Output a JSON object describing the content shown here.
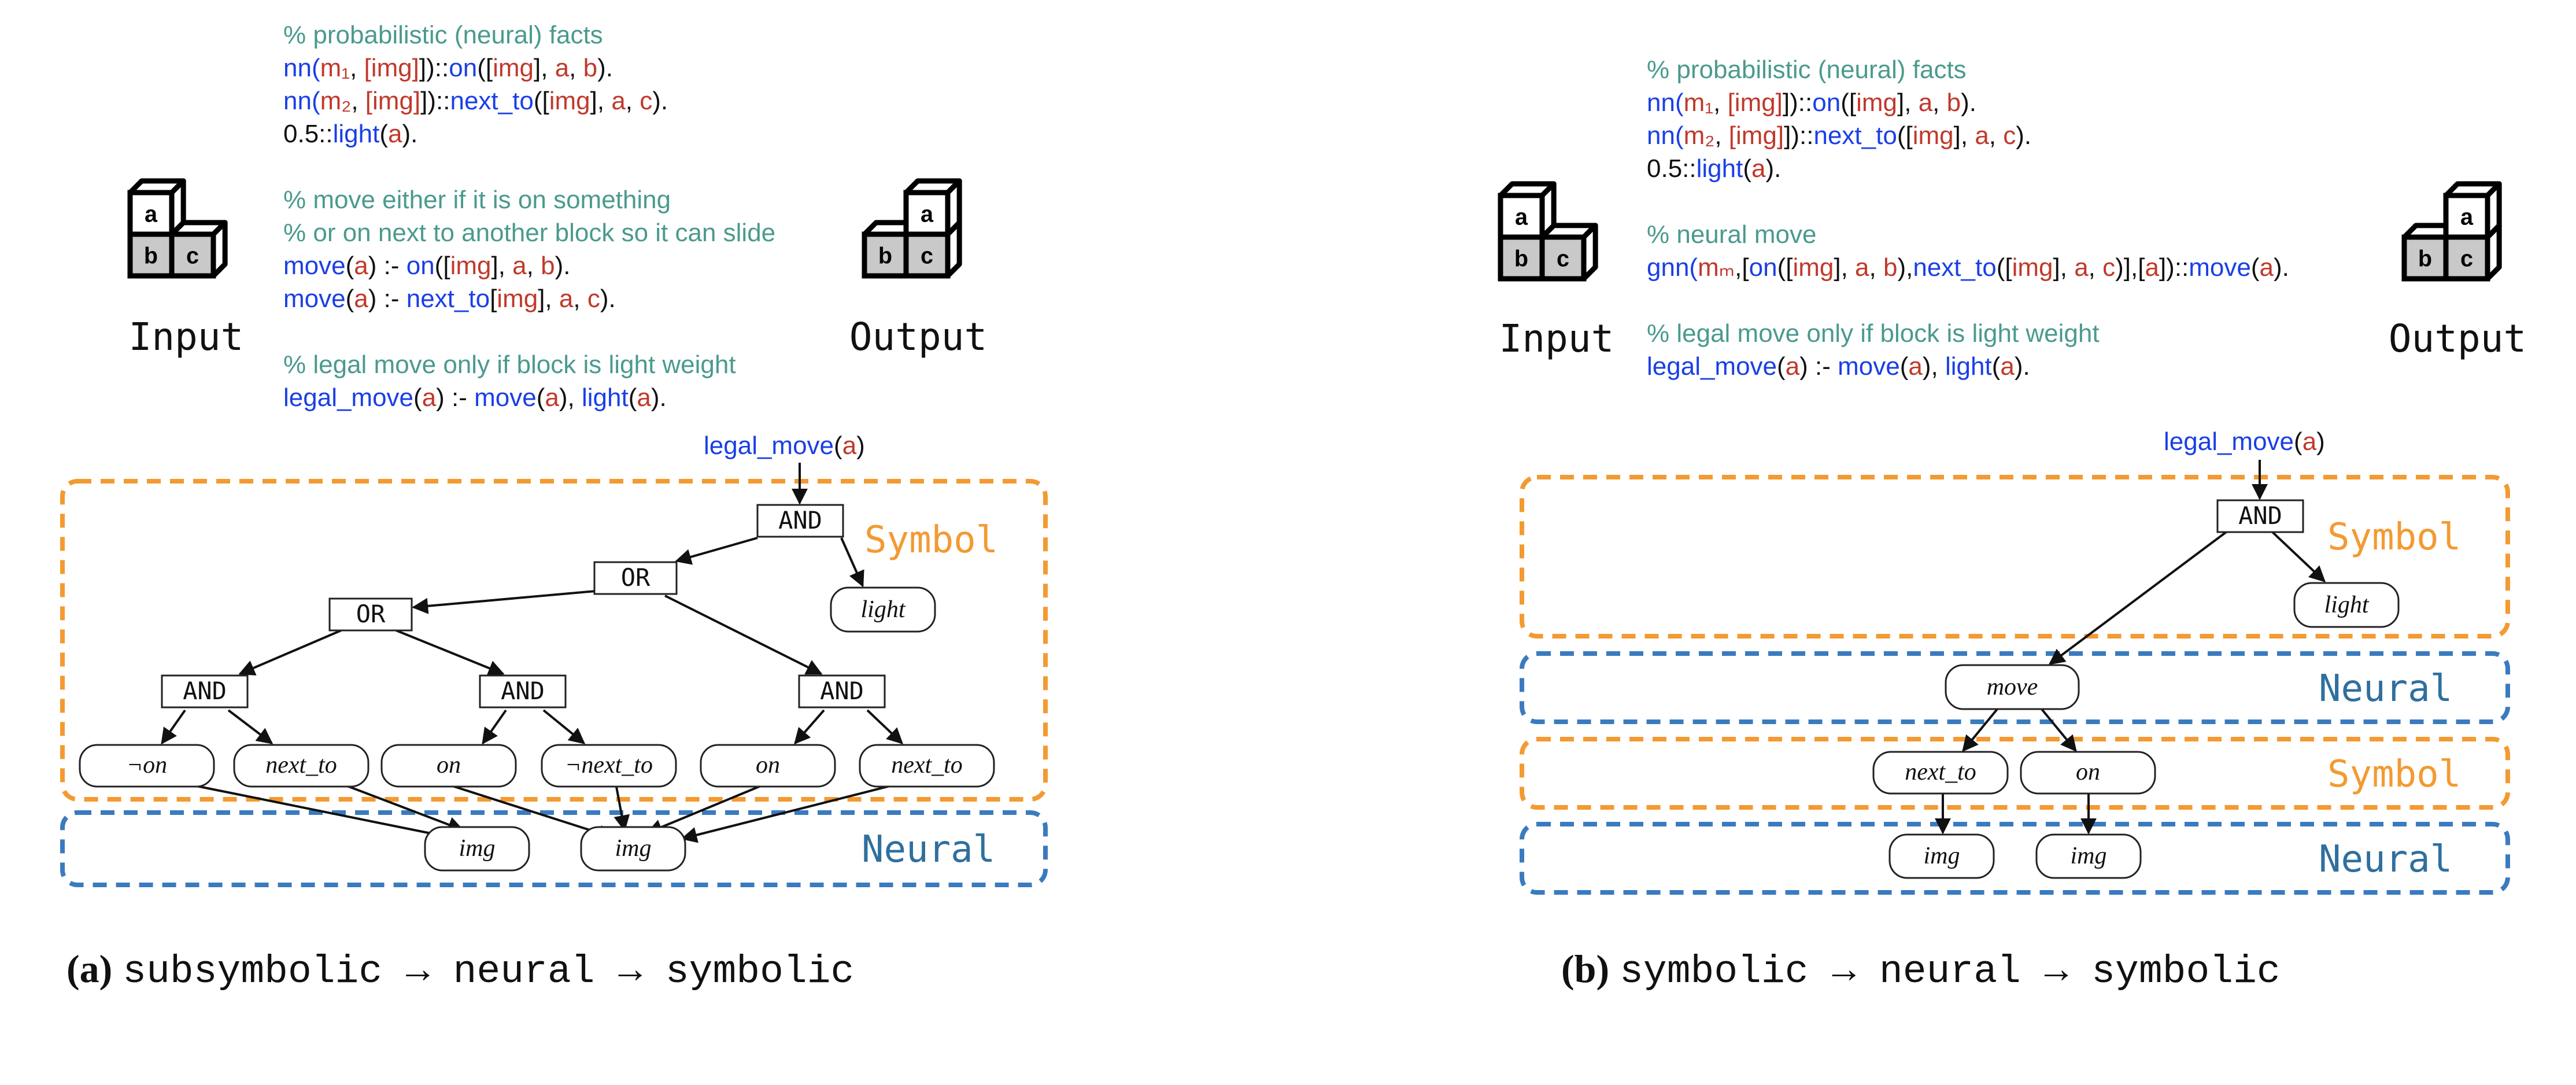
{
  "colors": {
    "symbol_region": "#f39a32",
    "neural_region": "#3a7bbf",
    "symbol_label": "#f39a32",
    "neural_label": "#2f6f9e",
    "comment": "#4a9a8e",
    "predicate": "#1a3fe6",
    "argument": "#c0392b"
  },
  "icons": [
    "blocks-stack-icon"
  ],
  "panel_a": {
    "caption_letter": "(a)",
    "caption_text": "subsymbolic → neural → symbolic",
    "input_label": "Input",
    "output_label": "Output",
    "blocks_input": [
      "a",
      "b",
      "c"
    ],
    "blocks_output": [
      "a",
      "b",
      "c"
    ],
    "code": [
      [
        {
          "t": "% probabilistic (neural) facts",
          "c": "comment"
        }
      ],
      [
        {
          "t": "nn(",
          "c": "predicate"
        },
        {
          "t": "m",
          "c": "argument"
        },
        {
          "t": "₁",
          "c": "argument"
        },
        {
          "t": ", ",
          "c": "plain"
        },
        {
          "t": "[img]",
          "c": "argument"
        },
        {
          "t": "])::",
          "c": "plain"
        },
        {
          "t": "on",
          "c": "predicate"
        },
        {
          "t": "([",
          "c": "plain"
        },
        {
          "t": "img",
          "c": "argument"
        },
        {
          "t": "], ",
          "c": "plain"
        },
        {
          "t": "a",
          "c": "argument"
        },
        {
          "t": ", ",
          "c": "plain"
        },
        {
          "t": "b",
          "c": "argument"
        },
        {
          "t": ").",
          "c": "plain"
        }
      ],
      [
        {
          "t": "nn(",
          "c": "predicate"
        },
        {
          "t": "m",
          "c": "argument"
        },
        {
          "t": "₂",
          "c": "argument"
        },
        {
          "t": ", ",
          "c": "plain"
        },
        {
          "t": "[img]",
          "c": "argument"
        },
        {
          "t": "])::",
          "c": "plain"
        },
        {
          "t": "next_to",
          "c": "predicate"
        },
        {
          "t": "([",
          "c": "plain"
        },
        {
          "t": "img",
          "c": "argument"
        },
        {
          "t": "], ",
          "c": "plain"
        },
        {
          "t": "a",
          "c": "argument"
        },
        {
          "t": ", ",
          "c": "plain"
        },
        {
          "t": "c",
          "c": "argument"
        },
        {
          "t": ").",
          "c": "plain"
        }
      ],
      [
        {
          "t": "0.5::",
          "c": "plain"
        },
        {
          "t": "light",
          "c": "predicate"
        },
        {
          "t": "(",
          "c": "plain"
        },
        {
          "t": "a",
          "c": "argument"
        },
        {
          "t": ").",
          "c": "plain"
        }
      ],
      [],
      [
        {
          "t": "% move either if it is on something",
          "c": "comment"
        }
      ],
      [
        {
          "t": "% or on next to another block so it can slide",
          "c": "comment"
        }
      ],
      [
        {
          "t": "move",
          "c": "predicate"
        },
        {
          "t": "(",
          "c": "plain"
        },
        {
          "t": "a",
          "c": "argument"
        },
        {
          "t": ") :- ",
          "c": "plain"
        },
        {
          "t": "on",
          "c": "predicate"
        },
        {
          "t": "([",
          "c": "plain"
        },
        {
          "t": "img",
          "c": "argument"
        },
        {
          "t": "], ",
          "c": "plain"
        },
        {
          "t": "a",
          "c": "argument"
        },
        {
          "t": ", ",
          "c": "plain"
        },
        {
          "t": "b",
          "c": "argument"
        },
        {
          "t": ").",
          "c": "plain"
        }
      ],
      [
        {
          "t": "move",
          "c": "predicate"
        },
        {
          "t": "(",
          "c": "plain"
        },
        {
          "t": "a",
          "c": "argument"
        },
        {
          "t": ") :- ",
          "c": "plain"
        },
        {
          "t": "next_to",
          "c": "predicate"
        },
        {
          "t": "[",
          "c": "plain"
        },
        {
          "t": "img",
          "c": "argument"
        },
        {
          "t": "], ",
          "c": "plain"
        },
        {
          "t": "a",
          "c": "argument"
        },
        {
          "t": ", ",
          "c": "plain"
        },
        {
          "t": "c",
          "c": "argument"
        },
        {
          "t": ").",
          "c": "plain"
        }
      ],
      [],
      [
        {
          "t": "% legal move only if block is light weight",
          "c": "comment"
        }
      ],
      [
        {
          "t": "legal_move",
          "c": "predicate"
        },
        {
          "t": "(",
          "c": "plain"
        },
        {
          "t": "a",
          "c": "argument"
        },
        {
          "t": ") :- ",
          "c": "plain"
        },
        {
          "t": "move",
          "c": "predicate"
        },
        {
          "t": "(",
          "c": "plain"
        },
        {
          "t": "a",
          "c": "argument"
        },
        {
          "t": "), ",
          "c": "plain"
        },
        {
          "t": "light",
          "c": "predicate"
        },
        {
          "t": "(",
          "c": "plain"
        },
        {
          "t": "a",
          "c": "argument"
        },
        {
          "t": ").",
          "c": "plain"
        }
      ]
    ],
    "root_label": [
      {
        "t": "legal_move",
        "c": "predicate"
      },
      {
        "t": "(",
        "c": "plain"
      },
      {
        "t": "a",
        "c": "argument"
      },
      {
        "t": ")",
        "c": "plain"
      }
    ],
    "region_labels": {
      "symbol": "Symbol",
      "neural": "Neural"
    },
    "nodes": {
      "and_top": "AND",
      "or_mid": "OR",
      "or_left": "OR",
      "light": "light",
      "and1": "AND",
      "and2": "AND",
      "and3": "AND",
      "not_on": "¬on",
      "next_to_1": "next_to",
      "on_1": "on",
      "not_next_to": "¬next_to",
      "on_2": "on",
      "next_to_2": "next_to",
      "img_1": "img",
      "img_2": "img"
    }
  },
  "panel_b": {
    "caption_letter": "(b)",
    "caption_text": "symbolic → neural → symbolic",
    "input_label": "Input",
    "output_label": "Output",
    "blocks_input": [
      "a",
      "b",
      "c"
    ],
    "blocks_output": [
      "a",
      "b",
      "c"
    ],
    "code": [
      [
        {
          "t": "% probabilistic (neural) facts",
          "c": "comment"
        }
      ],
      [
        {
          "t": "nn(",
          "c": "predicate"
        },
        {
          "t": "m",
          "c": "argument"
        },
        {
          "t": "₁",
          "c": "argument"
        },
        {
          "t": ", ",
          "c": "plain"
        },
        {
          "t": "[img]",
          "c": "argument"
        },
        {
          "t": "])::",
          "c": "plain"
        },
        {
          "t": "on",
          "c": "predicate"
        },
        {
          "t": "([",
          "c": "plain"
        },
        {
          "t": "img",
          "c": "argument"
        },
        {
          "t": "], ",
          "c": "plain"
        },
        {
          "t": "a",
          "c": "argument"
        },
        {
          "t": ", ",
          "c": "plain"
        },
        {
          "t": "b",
          "c": "argument"
        },
        {
          "t": ").",
          "c": "plain"
        }
      ],
      [
        {
          "t": "nn(",
          "c": "predicate"
        },
        {
          "t": "m",
          "c": "argument"
        },
        {
          "t": "₂",
          "c": "argument"
        },
        {
          "t": ", ",
          "c": "plain"
        },
        {
          "t": "[img]",
          "c": "argument"
        },
        {
          "t": "])::",
          "c": "plain"
        },
        {
          "t": "next_to",
          "c": "predicate"
        },
        {
          "t": "([",
          "c": "plain"
        },
        {
          "t": "img",
          "c": "argument"
        },
        {
          "t": "], ",
          "c": "plain"
        },
        {
          "t": "a",
          "c": "argument"
        },
        {
          "t": ", ",
          "c": "plain"
        },
        {
          "t": "c",
          "c": "argument"
        },
        {
          "t": ").",
          "c": "plain"
        }
      ],
      [
        {
          "t": "0.5::",
          "c": "plain"
        },
        {
          "t": "light",
          "c": "predicate"
        },
        {
          "t": "(",
          "c": "plain"
        },
        {
          "t": "a",
          "c": "argument"
        },
        {
          "t": ").",
          "c": "plain"
        }
      ],
      [],
      [
        {
          "t": "% neural move",
          "c": "comment"
        }
      ],
      [
        {
          "t": "gnn(",
          "c": "predicate"
        },
        {
          "t": "m",
          "c": "argument"
        },
        {
          "t": "ₘ",
          "c": "argument"
        },
        {
          "t": ",[",
          "c": "plain"
        },
        {
          "t": "on",
          "c": "predicate"
        },
        {
          "t": "([",
          "c": "plain"
        },
        {
          "t": "img",
          "c": "argument"
        },
        {
          "t": "], ",
          "c": "plain"
        },
        {
          "t": "a",
          "c": "argument"
        },
        {
          "t": ", ",
          "c": "plain"
        },
        {
          "t": "b",
          "c": "argument"
        },
        {
          "t": "),",
          "c": "plain"
        },
        {
          "t": "next_to",
          "c": "predicate"
        },
        {
          "t": "([",
          "c": "plain"
        },
        {
          "t": "img",
          "c": "argument"
        },
        {
          "t": "], ",
          "c": "plain"
        },
        {
          "t": "a",
          "c": "argument"
        },
        {
          "t": ", ",
          "c": "plain"
        },
        {
          "t": "c",
          "c": "argument"
        },
        {
          "t": ")],[",
          "c": "plain"
        },
        {
          "t": "a",
          "c": "argument"
        },
        {
          "t": "])::",
          "c": "plain"
        },
        {
          "t": "move",
          "c": "predicate"
        },
        {
          "t": "(",
          "c": "plain"
        },
        {
          "t": "a",
          "c": "argument"
        },
        {
          "t": ").",
          "c": "plain"
        }
      ],
      [],
      [
        {
          "t": "% legal move only if block is light weight",
          "c": "comment"
        }
      ],
      [
        {
          "t": "legal_move",
          "c": "predicate"
        },
        {
          "t": "(",
          "c": "plain"
        },
        {
          "t": "a",
          "c": "argument"
        },
        {
          "t": ") :- ",
          "c": "plain"
        },
        {
          "t": "move",
          "c": "predicate"
        },
        {
          "t": "(",
          "c": "plain"
        },
        {
          "t": "a",
          "c": "argument"
        },
        {
          "t": "), ",
          "c": "plain"
        },
        {
          "t": "light",
          "c": "predicate"
        },
        {
          "t": "(",
          "c": "plain"
        },
        {
          "t": "a",
          "c": "argument"
        },
        {
          "t": ").",
          "c": "plain"
        }
      ]
    ],
    "root_label": [
      {
        "t": "legal_move",
        "c": "predicate"
      },
      {
        "t": "(",
        "c": "plain"
      },
      {
        "t": "a",
        "c": "argument"
      },
      {
        "t": ")",
        "c": "plain"
      }
    ],
    "region_labels": {
      "symbol_1": "Symbol",
      "neural_1": "Neural",
      "symbol_2": "Symbol",
      "neural_2": "Neural"
    },
    "nodes": {
      "and_top": "AND",
      "light": "light",
      "move": "move",
      "next_to": "next_to",
      "on": "on",
      "img_1": "img",
      "img_2": "img"
    }
  }
}
